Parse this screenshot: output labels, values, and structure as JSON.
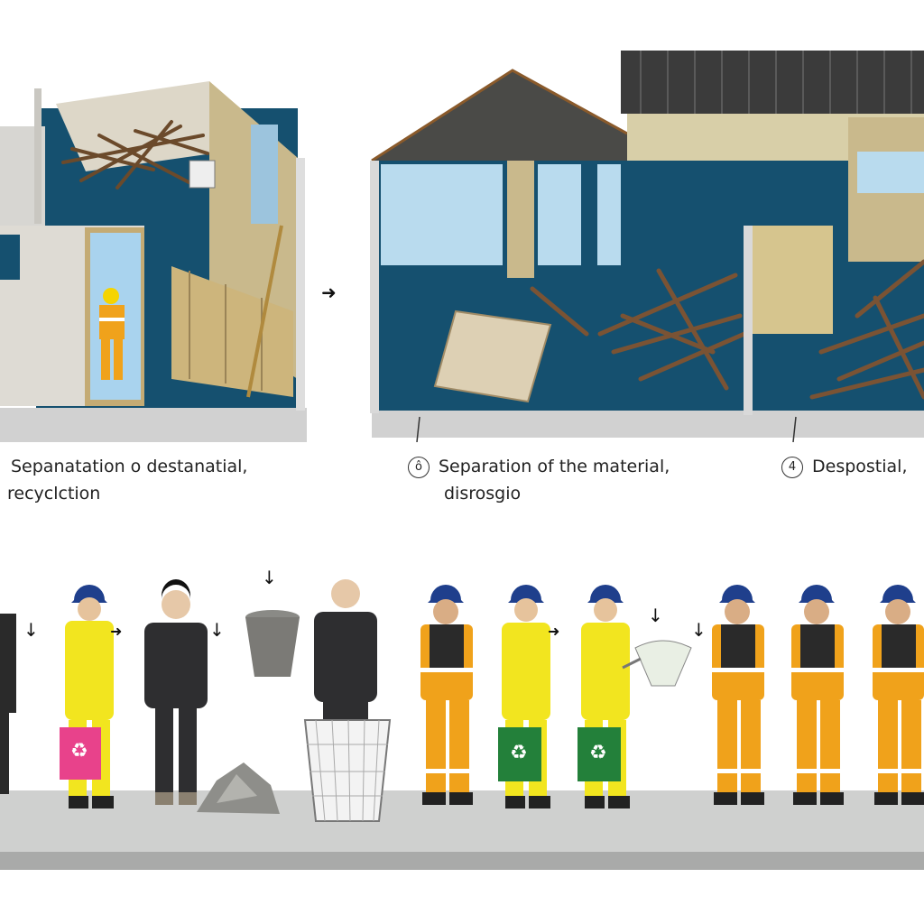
{
  "captions": {
    "left_line1": "Sepanatation o destanatial,",
    "left_line2": "recyclction",
    "middle_mark": "ô",
    "middle_line1": "Separation of the material,",
    "middle_line2": "disrosgio",
    "right_mark": "4",
    "right_line1": "Despostial,"
  },
  "arrows": {
    "right": "➜",
    "down": "↓",
    "small_right": "➜"
  },
  "icons": {
    "recycle": "♻"
  },
  "colors": {
    "wall_blue": "#15506f",
    "hi_vis_yellow": "#f2e51f",
    "hi_vis_orange": "#f0a21b",
    "helmet_blue": "#1f3f8c",
    "bin_pink": "#e8428b",
    "bin_green": "#23803a",
    "floor_grey": "#cfd0cf"
  }
}
